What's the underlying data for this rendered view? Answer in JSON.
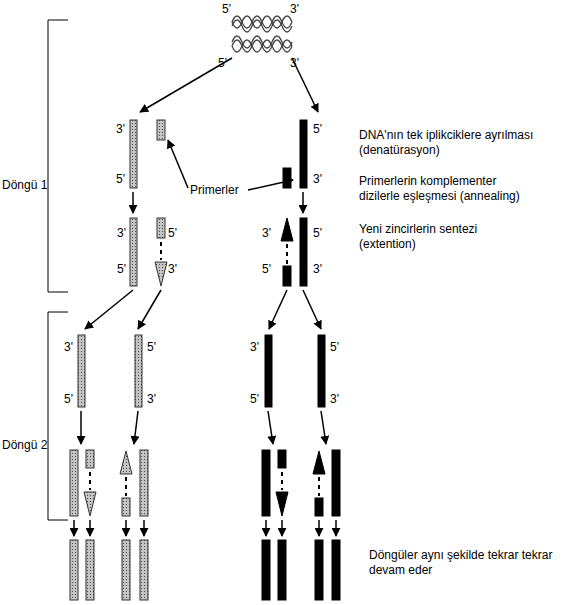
{
  "diagram": {
    "labels": [
      "5'",
      "3'",
      "5'",
      "3'",
      "3'",
      "5'",
      "DNA'nın tek iplikciklere ayrılması (denatürasyon)",
      "Döngü 1",
      "5'",
      "3'",
      "Primerlerin komplementer dizilerle eşleşmesi (annealing)",
      "Primerler",
      "3'",
      "5'",
      "3'",
      "5'",
      "Yeni zincirlerin sentezi (extention)",
      "5'",
      "3'",
      "5'",
      "3'",
      "3'",
      "5'",
      "3'",
      "5'",
      "5'",
      "3'",
      "5'",
      "3'",
      "Döngü 2",
      "Döngüler aynı şekilde tekrar tekrar devam eder"
    ]
  }
}
